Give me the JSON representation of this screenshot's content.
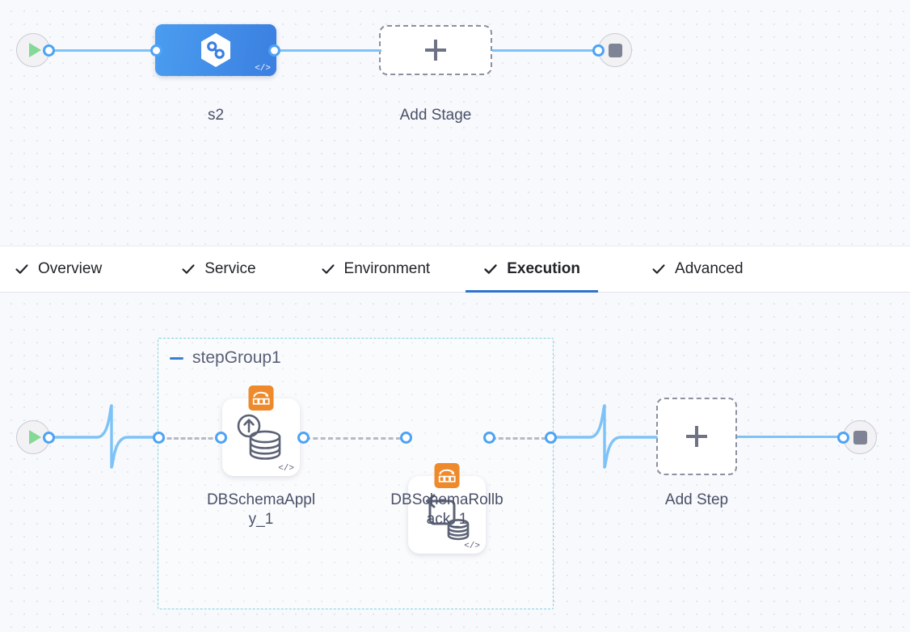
{
  "top_canvas": {
    "start_node": {
      "name": "pipeline-start",
      "icon": "play-icon"
    },
    "stage": {
      "label": "s2",
      "icon": "harness-hexagon-infinity-icon",
      "code_badge": "</>",
      "gradient_from": "#4a9df0",
      "gradient_to": "#3b7fe0"
    },
    "add_stage": {
      "label": "Add Stage",
      "icon": "plus-icon"
    },
    "end_node": {
      "name": "pipeline-end",
      "icon": "stop-icon"
    }
  },
  "tabs": {
    "items": [
      {
        "label": "Overview",
        "icon": "check-icon",
        "active": false
      },
      {
        "label": "Service",
        "icon": "check-icon",
        "active": false
      },
      {
        "label": "Environment",
        "icon": "check-icon",
        "active": false
      },
      {
        "label": "Execution",
        "icon": "check-icon",
        "active": true
      },
      {
        "label": "Advanced",
        "icon": "check-icon",
        "active": false
      }
    ],
    "active_underline_color": "#2f72cf"
  },
  "bottom_canvas": {
    "start_node": {
      "name": "execution-start",
      "icon": "play-icon"
    },
    "step_group": {
      "title": "stepGroup1",
      "collapse_icon": "minus-icon",
      "border_color": "#7fd2e0",
      "steps": [
        {
          "label": "DBSchemaApply_1",
          "label_line1": "DBSchemaAppl",
          "label_line2": "y_1",
          "badge_icon": "aws-database-migration-icon",
          "badge_color": "#ee8a2c",
          "main_icon": "database-apply-up-arrow-icon",
          "code_badge": "</>"
        },
        {
          "label": "DBSchemaRollback_1",
          "label_line1": "DBSchemaRollb",
          "label_line2": "ack_1",
          "badge_icon": "aws-database-migration-icon",
          "badge_color": "#ee8a2c",
          "main_icon": "database-rollback-loop-icon",
          "code_badge": "</>"
        }
      ]
    },
    "add_step": {
      "label": "Add Step",
      "icon": "plus-icon"
    },
    "end_node": {
      "name": "execution-end",
      "icon": "stop-icon"
    }
  },
  "colors": {
    "link": "#7dc3f7",
    "port": "#4da3f5",
    "dashed_link": "#b6bac6",
    "canvas_bg": "#f8f9fc",
    "grid_dot": "#e3e6ec"
  }
}
